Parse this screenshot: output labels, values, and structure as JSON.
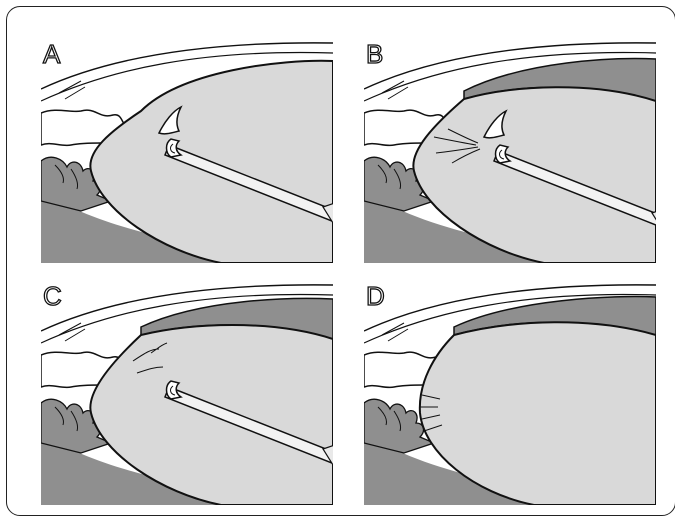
{
  "figure": {
    "panels": [
      {
        "id": "a",
        "label": "A",
        "stage": "instrument-in-lens-capsule-flap"
      },
      {
        "id": "b",
        "label": "B",
        "stage": "instrument-in-lens-with-fibers"
      },
      {
        "id": "c",
        "label": "C",
        "stage": "instrument-in-lens-fibers-released"
      },
      {
        "id": "d",
        "label": "D",
        "stage": "lens-without-instrument"
      }
    ],
    "colors": {
      "lens_fill": "#d9d9d9",
      "dark_tissue": "#8f8f8f",
      "outline": "#111111",
      "background": "#ffffff"
    }
  }
}
